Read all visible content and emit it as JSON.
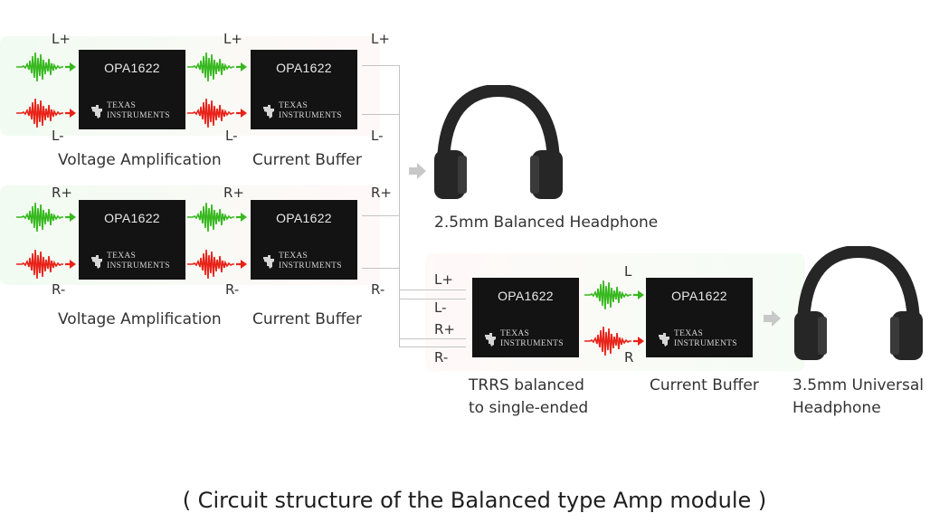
{
  "footer": {
    "title": "( Circuit structure of the Balanced type Amp module )"
  },
  "chips": {
    "name": "OPA1622",
    "brand_line1": "TEXAS",
    "brand_line2": "INSTRUMENTS"
  },
  "signals": {
    "l_plus": "L+",
    "l_minus": "L-",
    "r_plus": "R+",
    "r_minus": "R-",
    "l": "L",
    "r": "R"
  },
  "captions": {
    "voltage_amplification": "Voltage Amplification",
    "current_buffer": "Current Buffer",
    "balanced_headphone": "2.5mm Balanced Headphone",
    "trrs_line1": "TRRS balanced",
    "trrs_line2": "to single-ended",
    "universal_line1": "3.5mm Universal",
    "universal_line2": "Headphone"
  },
  "colors": {
    "positive_wave": "#37b81f",
    "negative_wave": "#e82218",
    "chip_body": "#131313",
    "wire": "#c4c4c4",
    "headphone": "#262626",
    "arrow": "#c8c8c8"
  },
  "icons": [
    "waveform-icon",
    "texas-instruments-logo-icon",
    "headphone-icon",
    "arrow-right-icon"
  ]
}
